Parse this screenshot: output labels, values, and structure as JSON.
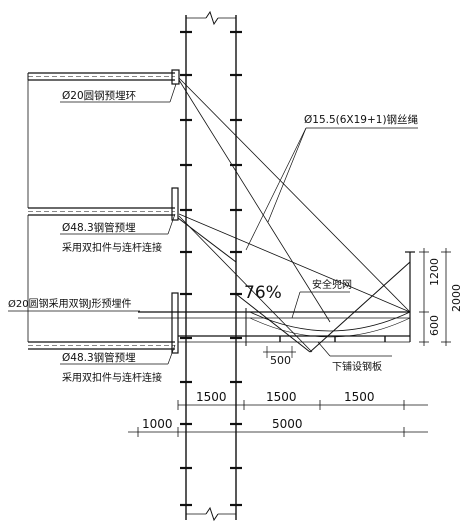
{
  "labels": {
    "ring_anchor": "Ø20圆钢预埋环",
    "wire_rope": "Ø15.5(6X19+1)钢丝绳",
    "tube_upper_1": "Ø48.3钢管预埋",
    "tube_upper_2": "采用双扣件与连杆连接",
    "j_anchor": "Ø20圆钢采用双钢J形预埋件",
    "safety_net": "安全兜网",
    "angle": "76%",
    "tube_lower_1": "Ø48.3钢管预埋",
    "tube_lower_2": "采用双扣件与连杆连接",
    "steel_plate": "下铺设钢板"
  },
  "dimensions": {
    "spacing_500": "500",
    "bay_1": "1500",
    "bay_2": "1500",
    "bay_3": "1500",
    "left_1000": "1000",
    "total_5000": "5000",
    "h_1200": "1200",
    "h_600": "600",
    "h_2000": "2000"
  }
}
